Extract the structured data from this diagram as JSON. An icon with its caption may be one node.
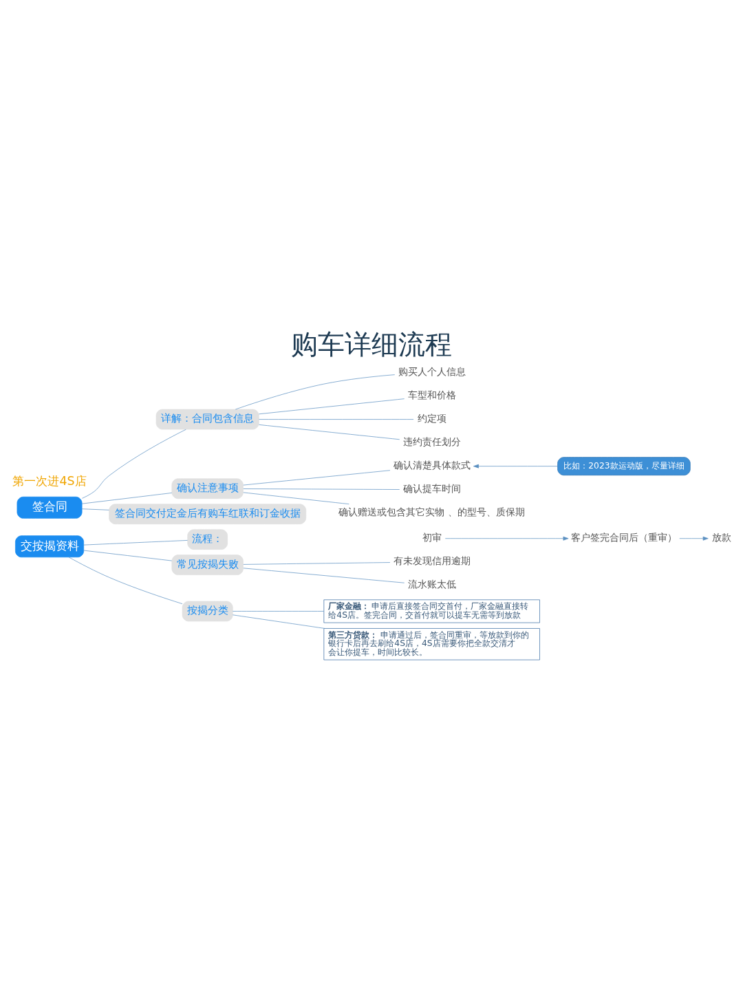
{
  "diagram": {
    "title": "购车详细流程",
    "nodes": [
      {
        "text": [
          "签合同"
        ]
      },
      {
        "text": [
          "详解：合同包含信息"
        ]
      },
      {
        "text": [
          "购买人个人信息"
        ]
      },
      {
        "text": [
          "车型和价格"
        ]
      },
      {
        "text": [
          "约定项"
        ]
      },
      {
        "text": [
          "违约责任划分"
        ]
      },
      {
        "text": [
          "确认注意事项"
        ]
      },
      {
        "text": [
          "确认清楚具体款式"
        ]
      },
      {
        "text": [
          "确认提车时间"
        ]
      },
      {
        "text": [
          "确认赠送或包含其它实物 、的型号、质保期"
        ]
      },
      {
        "text": [
          "比如：2023款运动版，尽量详细"
        ]
      },
      {
        "text": [
          "签合同交付定金后有购车红联和订金收据"
        ]
      },
      {
        "text": [
          "交按揭资料"
        ]
      },
      {
        "text": [
          "流程："
        ]
      },
      {
        "text": [
          "初审"
        ]
      },
      {
        "text": [
          "客户签完合同后（重审）"
        ]
      },
      {
        "text": [
          "放款"
        ]
      },
      {
        "text": [
          "常见按揭失败"
        ]
      },
      {
        "text": [
          "有未发现信用逾期"
        ]
      },
      {
        "text": [
          "流水账太低"
        ]
      },
      {
        "text": [
          "按揭分类"
        ]
      },
      {
        "text": [
          "厂家金融：",
          "申请后直接签合同交首付，厂家金融直接转给4S店。签完合同，交首付就可以提车无需等到放款"
        ]
      },
      {
        "text": [
          "第三方贷款：",
          "申请通过后，签合同重审，等放款到你的银行卡后再去刷给4S店，4S店需要你把全款交清才会让你提车，时间比较长。"
        ]
      }
    ],
    "edges": [
      {
        "from": 0,
        "to": 1,
        "arrow": "none"
      },
      {
        "from": 0,
        "to": 6,
        "arrow": "none"
      },
      {
        "from": 0,
        "to": 11,
        "arrow": "none"
      },
      {
        "from": 1,
        "to": 2,
        "arrow": "none"
      },
      {
        "from": 1,
        "to": 3,
        "arrow": "none"
      },
      {
        "from": 1,
        "to": 4,
        "arrow": "none"
      },
      {
        "from": 1,
        "to": 5,
        "arrow": "none"
      },
      {
        "from": 6,
        "to": 7,
        "arrow": "none"
      },
      {
        "from": 6,
        "to": 8,
        "arrow": "none"
      },
      {
        "from": 6,
        "to": 9,
        "arrow": "none"
      },
      {
        "from": 10,
        "to": 7,
        "arrow": "to"
      },
      {
        "from": 12,
        "to": 13,
        "arrow": "none"
      },
      {
        "from": 12,
        "to": 17,
        "arrow": "none"
      },
      {
        "from": 12,
        "to": 20,
        "arrow": "none"
      },
      {
        "from": 14,
        "to": 15,
        "arrow": "to"
      },
      {
        "from": 15,
        "to": 16,
        "arrow": "to"
      },
      {
        "from": 17,
        "to": 18,
        "arrow": "none"
      },
      {
        "from": 17,
        "to": 19,
        "arrow": "none"
      },
      {
        "from": 20,
        "to": 21,
        "arrow": "none"
      },
      {
        "from": 20,
        "to": 22,
        "arrow": "none"
      }
    ],
    "labels": [
      "第一次进4S店"
    ]
  }
}
